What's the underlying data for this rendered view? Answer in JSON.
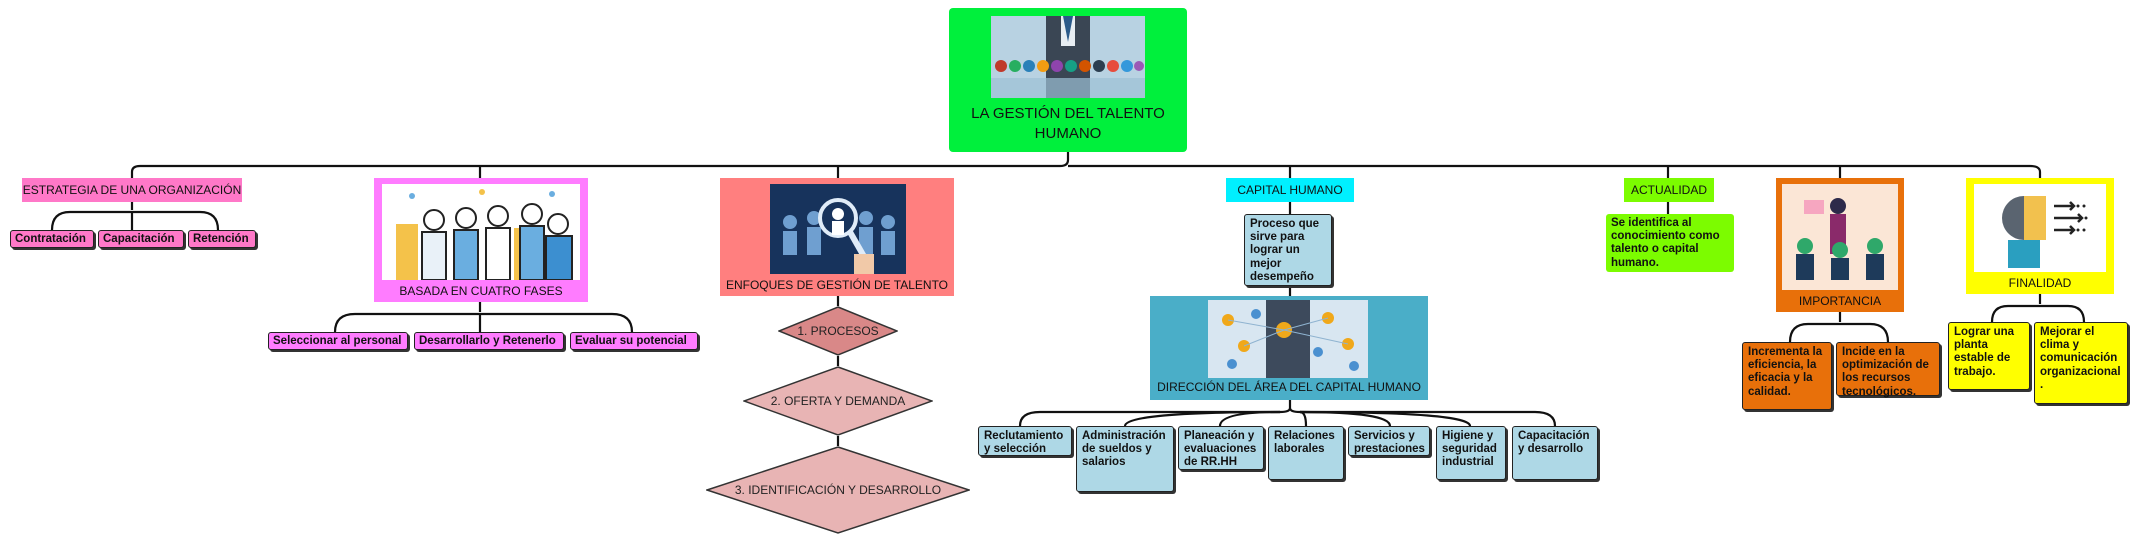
{
  "root": {
    "title": "LA GESTIÓN DEL TALENTO HUMANO"
  },
  "estrategia": {
    "title": "ESTRATEGIA DE UNA ORGANIZACIÓN",
    "items": [
      "Contratación",
      "Capacitación",
      "Retención"
    ]
  },
  "fases": {
    "title": "BASADA EN CUATRO FASES",
    "items": [
      "Seleccionar al personal",
      "Desarrollarlo y Retenerlo",
      "Evaluar su potencial"
    ]
  },
  "enfoques": {
    "title": "ENFOQUES DE GESTIÓN DE TALENTO",
    "steps": [
      "1. PROCESOS",
      "2. OFERTA Y DEMANDA",
      "3. IDENTIFICACIÓN Y DESARROLLO"
    ]
  },
  "capital": {
    "title": "CAPITAL HUMANO",
    "desc": "Proceso que sirve para lograr un mejor desempeño",
    "direccion": "DIRECCIÓN DEL ÁREA DEL CAPITAL HUMANO",
    "items": [
      "Reclutamiento y selección",
      "Administración de sueldos y salarios",
      "Planeación y evaluaciones de RR.HH",
      "Relaciones laborales",
      "Servicios y prestaciones",
      "Higiene y seguridad industrial",
      "Capacitación y desarrollo"
    ]
  },
  "actualidad": {
    "title": "ACTUALIDAD",
    "desc": "Se identifica al conocimiento como talento o capital humano."
  },
  "importancia": {
    "title": "IMPORTANCIA",
    "items": [
      "Incrementa la eficiencia, la eficacia y la calidad.",
      "Incide en la optimización de los recursos tecnológicos."
    ]
  },
  "finalidad": {
    "title": "FINALIDAD",
    "items": [
      "Lograr una planta estable de trabajo.",
      "Mejorar el clima y comunicación organizacional ."
    ]
  },
  "colors": {
    "root": "#00f03c",
    "estrategia": "#ff78c8",
    "fases": "#ff7cff",
    "enfoques": "#ff7f7f",
    "diamond": "#e8b4b4",
    "capital": "#00f0ff",
    "capitalLeaf": "#aed8e6",
    "direccion": "#4aaec8",
    "actualidad": "#7cfc00",
    "importancia": "#e8700a",
    "finalidad": "#ffff00"
  }
}
